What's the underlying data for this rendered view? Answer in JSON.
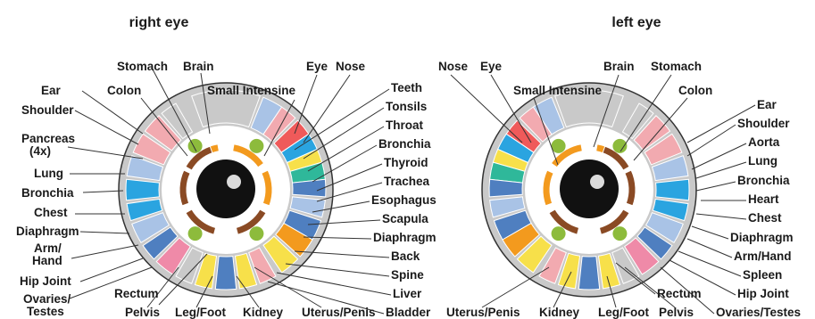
{
  "titles": {
    "right": "right eye",
    "left": "left eye"
  },
  "labels": {
    "r_stomach": "Stomach",
    "r_brain": "Brain",
    "r_eye": "Eye",
    "r_nose": "Nose",
    "r_colon": "Colon",
    "r_small": "Small Intensine",
    "r_ear": "Ear",
    "r_shoulder": "Shoulder",
    "r_pancreas": "Pancreas",
    "r_pancreas2": "(4x)",
    "r_lung": "Lung",
    "r_bronchia": "Bronchia",
    "r_chest": "Chest",
    "r_diaphragm": "Diaphragm",
    "r_armhand": "Arm/",
    "r_armhand2": "Hand",
    "r_hip": "Hip Joint",
    "r_ovaries": "Ovaries/",
    "r_ovaries2": "Testes",
    "r_rectum": "Rectum",
    "r_pelvis": "Pelvis",
    "r_legfoot": "Leg/Foot",
    "r_kidney": "Kidney",
    "r_uterus": "Uterus/Penis",
    "c_teeth": "Teeth",
    "c_tonsils": "Tonsils",
    "c_throat": "Throat",
    "c_bronchia": "Bronchia",
    "c_thyroid": "Thyroid",
    "c_trachea": "Trachea",
    "c_esophagus": "Esophagus",
    "c_scapula": "Scapula",
    "c_diaphragm": "Diaphragm",
    "c_back": "Back",
    "c_spine": "Spine",
    "c_liver": "Liver",
    "c_bladder": "Bladder",
    "l_nose": "Nose",
    "l_eye": "Eye",
    "l_brain": "Brain",
    "l_stomach": "Stomach",
    "l_small": "Small Intensine",
    "l_colon": "Colon",
    "l_ear": "Ear",
    "l_shoulder": "Shoulder",
    "l_aorta": "Aorta",
    "l_lung": "Lung",
    "l_bronchia": "Bronchia",
    "l_heart": "Heart",
    "l_chest": "Chest",
    "l_diaphragm": "Diaphragm",
    "l_armhand": "Arm/Hand",
    "l_spleen": "Spleen",
    "l_hip": "Hip Joint",
    "l_ovaries": "Ovaries/Testes",
    "l_rectum": "Rectum",
    "l_pelvis": "Pelvis",
    "l_legfoot": "Leg/Foot",
    "l_kidney": "Kidney",
    "l_uterus": "Uterus/Penis"
  },
  "colors": {
    "outline": "#333333",
    "ring_gray": "#c9c9c9",
    "pink": "#f2aab0",
    "blue_light": "#a9c3e6",
    "blue": "#2aa4e0",
    "blue_dark": "#4f7fc0",
    "green": "#8dbb3c",
    "teal": "#2fb89a",
    "yellow": "#f7e04a",
    "orange": "#f39a1e",
    "brown": "#8a4a24",
    "red": "#ef5a5a",
    "pink_hot": "#ef8aa8",
    "iris_white": "#ffffff",
    "pupil": "#111111"
  }
}
